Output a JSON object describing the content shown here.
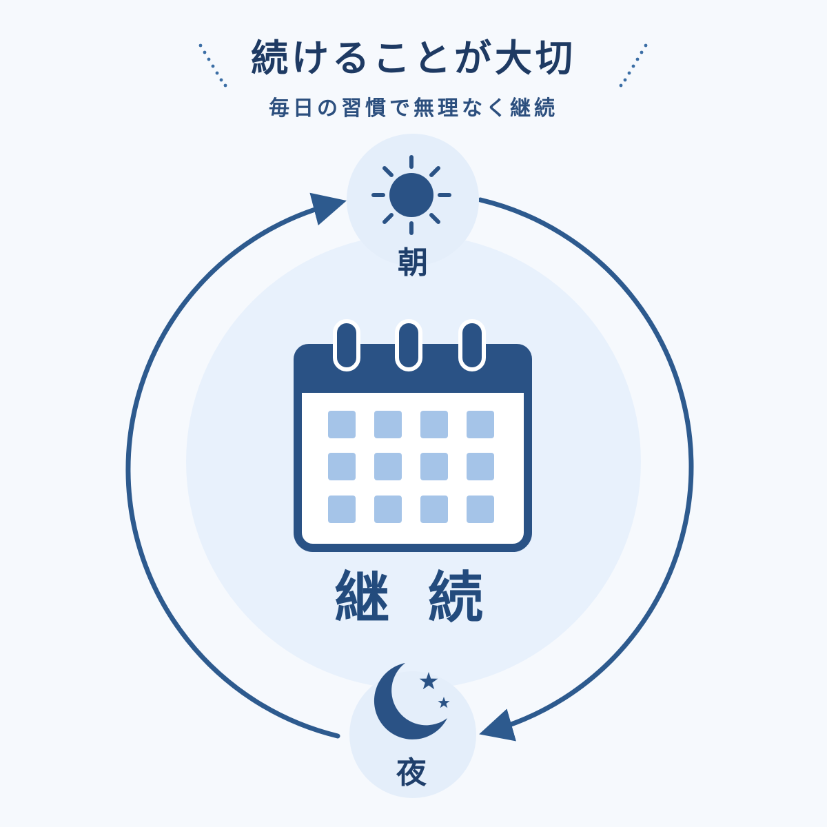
{
  "title": "続けることが大切",
  "subtitle": "毎日の習慣で無理なく継続",
  "cycle": {
    "morning": {
      "label": "朝",
      "icon": "sun-icon"
    },
    "center": {
      "label": "継 続",
      "icon": "calendar-icon"
    },
    "night": {
      "label": "夜",
      "icon": "moon-stars-icon"
    }
  },
  "colors": {
    "primary": "#2d5a8e",
    "dark": "#2a5285",
    "light_blue": "#a5c4e8",
    "circle_fill": "#e8f1fc",
    "node_fill": "#e4eefa",
    "background": "#f6f9fd"
  }
}
